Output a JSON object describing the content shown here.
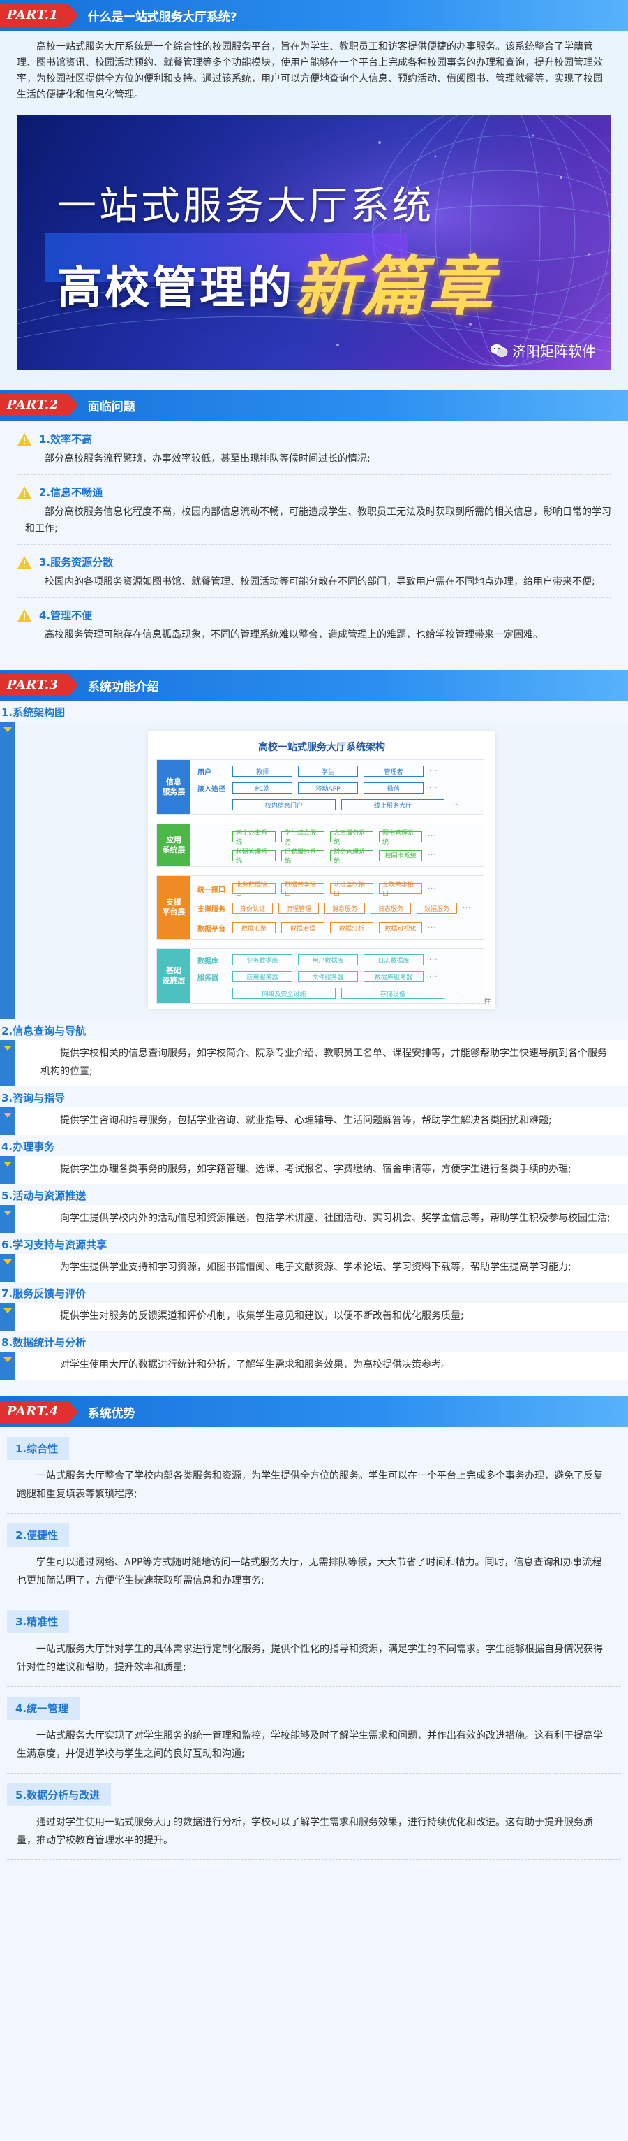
{
  "part1": {
    "tag": "PART.1",
    "title": "什么是一站式服务大厅系统?",
    "intro": "高校一站式服务大厅系统是一个综合性的校园服务平台，旨在为学生、教职员工和访客提供便捷的办事服务。该系统整合了学籍管理、图书馆资讯、校园活动预约、就餐管理等多个功能模块，使用户能够在一个平台上完成各种校园事务的办理和查询，提升校园管理效率，为校园社区提供全方位的便利和支持。通过该系统，用户可以方便地查询个人信息、预约活动、借阅图书、管理就餐等，实现了校园生活的便捷化和信息化管理。",
    "banner": {
      "line1": "一站式服务大厅系统",
      "line2_prefix": "高校管理的",
      "line2_highlight": "新篇章",
      "logo_text": "济阳矩阵软件"
    }
  },
  "part2": {
    "tag": "PART.2",
    "title": "面临问题",
    "items": [
      {
        "title": "1.效率不高",
        "text": "部分高校服务流程繁琐，办事效率较低，甚至出现排队等候时间过长的情况;"
      },
      {
        "title": "2.信息不畅通",
        "text": "部分高校服务信息化程度不高，校园内部信息流动不畅，可能造成学生、教职员工无法及时获取到所需的相关信息，影响日常的学习和工作;"
      },
      {
        "title": "3.服务资源分散",
        "text": "校园内的各项服务资源如图书馆、就餐管理、校园活动等可能分散在不同的部门，导致用户需在不同地点办理，给用户带来不便;"
      },
      {
        "title": "4.管理不便",
        "text": "高校服务管理可能存在信息孤岛现象，不同的管理系统难以整合，造成管理上的难题，也给学校管理带来一定困难。"
      }
    ]
  },
  "part3": {
    "tag": "PART.3",
    "title": "系统功能介绍",
    "arch_heading": "1.系统架构图",
    "arch": {
      "title": "高校一站式服务大厅系统架构",
      "watermark": "济阳矩阵软件",
      "groups": [
        {
          "label": "信息\n服务层",
          "color": "#2f7fd8",
          "rows": [
            {
              "label": "用户",
              "cells": [
                "教师",
                "学生",
                "管理者"
              ]
            },
            {
              "label": "接入途径",
              "cells": [
                "PC端",
                "移动APP",
                "微信"
              ]
            },
            {
              "label": "",
              "cells": [
                "校内信息门户",
                "线上服务大厅"
              ]
            }
          ]
        },
        {
          "label": "应用\n系统层",
          "color": "#4cb847",
          "rows": [
            {
              "label": "",
              "cells": [
                "网上办事系统",
                "学生综合服务",
                "人事服务系统",
                "图书管理系统"
              ]
            },
            {
              "label": "",
              "cells": [
                "科研管理系统",
                "后勤服务系统",
                "财务管理系统",
                "校园卡系统"
              ]
            }
          ]
        },
        {
          "label": "支撑\n平台层",
          "color": "#f08a24",
          "rows": [
            {
              "label": "统一接口",
              "cells": [
                "业务数据接口",
                "数据共享接口",
                "认证鉴权接口",
                "互联共享接口"
              ]
            },
            {
              "label": "支撑服务",
              "cells": [
                "身份认证",
                "流程管理",
                "消息服务",
                "日志服务",
                "数据服务"
              ]
            },
            {
              "label": "数据平台",
              "cells": [
                "数据汇聚",
                "数据治理",
                "数据分析",
                "数据可视化"
              ]
            }
          ]
        },
        {
          "label": "基础\n设施层",
          "color": "#4cc2c0",
          "rows": [
            {
              "label": "数据库",
              "cells": [
                "业务数据库",
                "用户数据库",
                "日志数据库"
              ]
            },
            {
              "label": "服务器",
              "cells": [
                "应用服务器",
                "文件服务器",
                "数据库服务器"
              ]
            },
            {
              "label": "",
              "cells": [
                "网络及安全设施",
                "存储设备"
              ]
            }
          ]
        }
      ]
    },
    "items": [
      {
        "title": "2.信息查询与导航",
        "text": "提供学校相关的信息查询服务，如学校简介、院系专业介绍、教职员工名单、课程安排等，并能够帮助学生快速导航到各个服务机构的位置;"
      },
      {
        "title": "3.咨询与指导",
        "text": "提供学生咨询和指导服务，包括学业咨询、就业指导、心理辅导、生活问题解答等，帮助学生解决各类困扰和难题;"
      },
      {
        "title": "4.办理事务",
        "text": "提供学生办理各类事务的服务，如学籍管理、选课、考试报名、学费缴纳、宿舍申请等，方便学生进行各类手续的办理;"
      },
      {
        "title": "5.活动与资源推送",
        "text": "向学生提供学校内外的活动信息和资源推送，包括学术讲座、社团活动、实习机会、奖学金信息等，帮助学生积极参与校园生活;"
      },
      {
        "title": "6.学习支持与资源共享",
        "text": "为学生提供学业支持和学习资源，如图书馆借阅、电子文献资源、学术论坛、学习资料下载等，帮助学生提高学习能力;"
      },
      {
        "title": "7.服务反馈与评价",
        "text": "提供学生对服务的反馈渠道和评价机制，收集学生意见和建议，以便不断改善和优化服务质量;"
      },
      {
        "title": "8.数据统计与分析",
        "text": "对学生使用大厅的数据进行统计和分析，了解学生需求和服务效果，为高校提供决策参考。"
      }
    ]
  },
  "part4": {
    "tag": "PART.4",
    "title": "系统优势",
    "items": [
      {
        "title": "1.综合性",
        "text": "一站式服务大厅整合了学校内部各类服务和资源，为学生提供全方位的服务。学生可以在一个平台上完成多个事务办理，避免了反复跑腿和重复填表等繁琐程序;"
      },
      {
        "title": "2.便捷性",
        "text": "学生可以通过网络、APP等方式随时随地访问一站式服务大厅，无需排队等候，大大节省了时间和精力。同时，信息查询和办事流程也更加简洁明了，方便学生快速获取所需信息和办理事务;"
      },
      {
        "title": "3.精准性",
        "text": "一站式服务大厅针对学生的具体需求进行定制化服务，提供个性化的指导和资源，满足学生的不同需求。学生能够根据自身情况获得针对性的建议和帮助，提升效率和质量;"
      },
      {
        "title": "4.统一管理",
        "text": "一站式服务大厅实现了对学生服务的统一管理和监控，学校能够及时了解学生需求和问题，并作出有效的改进措施。这有利于提高学生满意度，并促进学校与学生之间的良好互动和沟通;"
      },
      {
        "title": "5.数据分析与改进",
        "text": "通过对学生使用一站式服务大厅的数据进行分析，学校可以了解学生需求和服务效果，进行持续优化和改进。这有助于提升服务质量，推动学校教育管理水平的提升。"
      }
    ]
  }
}
